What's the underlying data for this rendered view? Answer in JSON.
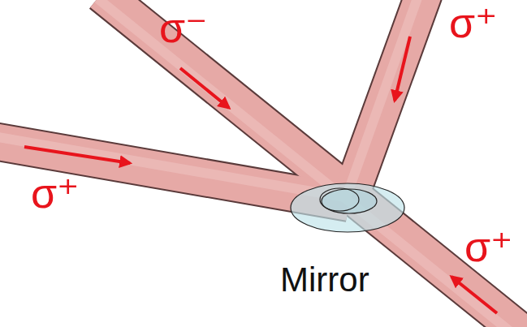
{
  "diagram": {
    "labels": [
      "σ⁻",
      "σ⁺",
      "σ⁺",
      "σ⁺",
      "Mirror"
    ]
  }
}
